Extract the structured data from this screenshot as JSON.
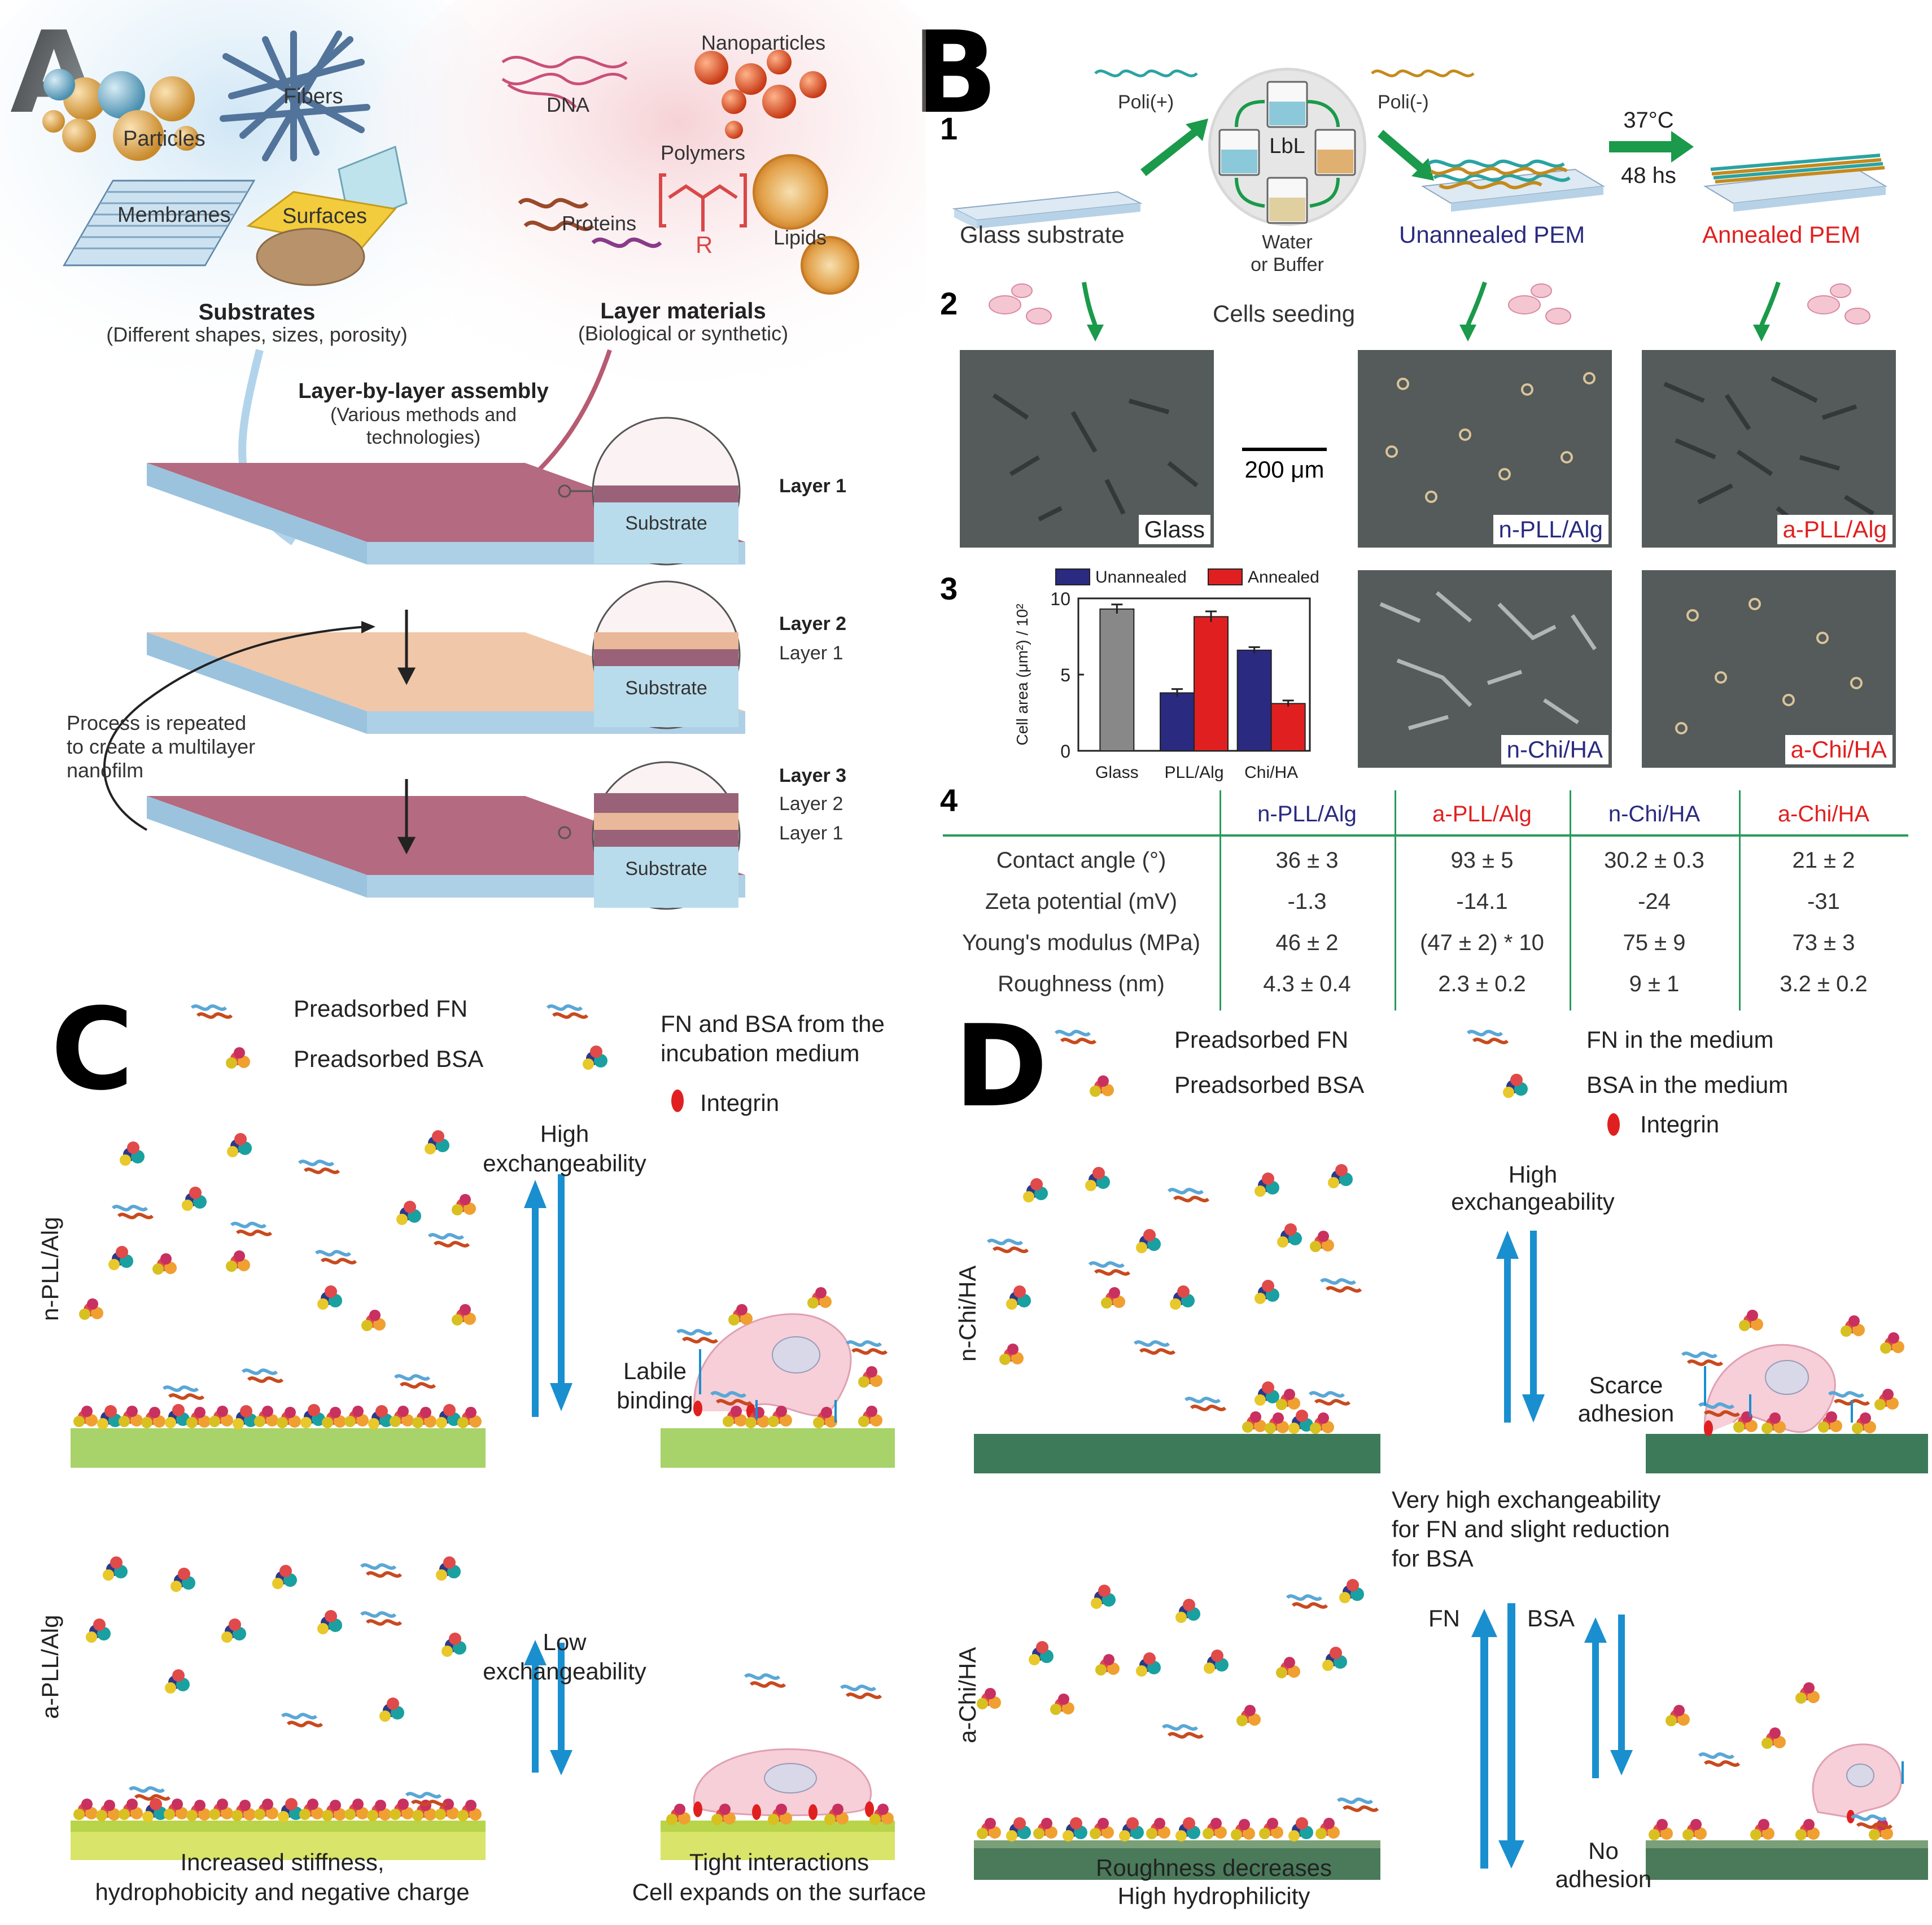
{
  "panels": {
    "a": "A",
    "b": "B",
    "c": "C",
    "d": "D"
  },
  "panel_a": {
    "particles": "Particles",
    "fibers": "Fibers",
    "membranes": "Membranes",
    "surfaces": "Surfaces",
    "substrates_title": "Substrates",
    "substrates_sub": "(Different shapes, sizes, porosity)",
    "dna": "DNA",
    "nanoparticles": "Nanoparticles",
    "polymers": "Polymers",
    "r": "R",
    "proteins": "Proteins",
    "lipids": "Lipids",
    "layer_materials_title": "Layer materials",
    "layer_materials_sub": "(Biological or synthetic)",
    "lbl_title": "Layer-by-layer assembly",
    "lbl_sub1": "(Various methods and",
    "lbl_sub2": "technologies)",
    "layer1": "Layer 1",
    "layer2": "Layer 2",
    "layer3": "Layer 3",
    "substrate": "Substrate",
    "process1": "Process is repeated",
    "process2": "to create a multilayer",
    "process3": "nanofilm"
  },
  "panel_b": {
    "steps": [
      "1",
      "2",
      "3",
      "4"
    ],
    "poli_pos": "Poli(+)",
    "poli_neg": "Poli(-)",
    "lbl": "LbL",
    "water": "Water",
    "or_buffer": "or Buffer",
    "glass_substrate": "Glass substrate",
    "unannealed_pem": "Unannealed PEM",
    "annealed_pem": "Annealed PEM",
    "temp": "37°C",
    "time": "48 hs",
    "cells_seeding": "Cells seeding",
    "scale": "200 μm",
    "img_labels": {
      "glass": "Glass",
      "npll": "n-PLL/Alg",
      "apll": "a-PLL/Alg",
      "nchi": "n-Chi/HA",
      "achi": "a-Chi/HA"
    },
    "table": {
      "headers": [
        "n-PLL/Alg",
        "a-PLL/Alg",
        "n-Chi/HA",
        "a-Chi/HA"
      ],
      "rows": [
        {
          "label": "Contact angle (°)",
          "values": [
            "36 ± 3",
            "93 ± 5",
            "30.2 ± 0.3",
            "21 ± 2"
          ]
        },
        {
          "label": "Zeta potential (mV)",
          "values": [
            "-1.3",
            "-14.1",
            "-24",
            "-31"
          ]
        },
        {
          "label": "Young's modulus (MPa)",
          "values": [
            "46 ± 2",
            "(47 ± 2) * 10",
            "75 ± 9",
            "73 ± 3"
          ]
        },
        {
          "label": "Roughness (nm)",
          "values": [
            "4.3 ± 0.4",
            "2.3 ± 0.2",
            "9 ± 1",
            "3.2 ± 0.2"
          ]
        }
      ]
    }
  },
  "chart_data": {
    "type": "bar",
    "categories": [
      "Glass",
      "PLL/Alg",
      "Chi/HA"
    ],
    "series": [
      {
        "name": "",
        "values": [
          9.3,
          null,
          null
        ],
        "errors": [
          0.3,
          null,
          null
        ],
        "color": "#888888"
      },
      {
        "name": "Unannealed",
        "values": [
          null,
          3.8,
          6.6
        ],
        "errors": [
          null,
          0.25,
          0.2
        ],
        "color": "#2a2a80"
      },
      {
        "name": "Annealed",
        "values": [
          null,
          8.8,
          3.1
        ],
        "errors": [
          null,
          0.35,
          0.2
        ],
        "color": "#e02020"
      }
    ],
    "ylabel": "Cell area (μm²) / 10²",
    "ylim": [
      0,
      10
    ],
    "yticks": [
      0,
      5,
      10
    ],
    "legend": "top"
  },
  "panel_c": {
    "leg_fn": "Preadsorbed FN",
    "leg_bsa": "Preadsorbed BSA",
    "leg_medium1": "FN and BSA from the",
    "leg_medium2": "incubation medium",
    "leg_integrin": "Integrin",
    "row1_label": "n-PLL/Alg",
    "row2_label": "a-PLL/Alg",
    "high1": "High",
    "high2": "exchangeability",
    "low1": "Low",
    "low2": "exchangeability",
    "labile1": "Labile",
    "labile2": "binding",
    "bottom_left1": "Increased stiffness,",
    "bottom_left2": "hydrophobicity and negative charge",
    "bottom_right1": "Tight interactions",
    "bottom_right2": "Cell expands on the surface"
  },
  "panel_d": {
    "leg_fn": "Preadsorbed FN",
    "leg_bsa": "Preadsorbed BSA",
    "leg_fn_medium": "FN in the medium",
    "leg_bsa_medium": "BSA in the medium",
    "leg_integrin": "Integrin",
    "row1_label": "n-Chi/HA",
    "row2_label": "a-Chi/HA",
    "high1": "High",
    "high2": "exchangeability",
    "scarce1": "Scarce",
    "scarce2": "adhesion",
    "very1": "Very high  exchangeability",
    "very2": "for FN and slight reduction",
    "very3": "for BSA",
    "fn": "FN",
    "bsa": "BSA",
    "bottom1": "Roughness decreases",
    "bottom2": "High hydrophilicity",
    "no1": "No",
    "no2": "adhesion"
  },
  "colors": {
    "arrow_blue": "#1a8fd0",
    "green_arrow": "#1a9a4a",
    "substrate_c": "#a8d26a",
    "substrate_d": "#3d7a5a",
    "red": "#e02020",
    "navy": "#2a2a80"
  }
}
